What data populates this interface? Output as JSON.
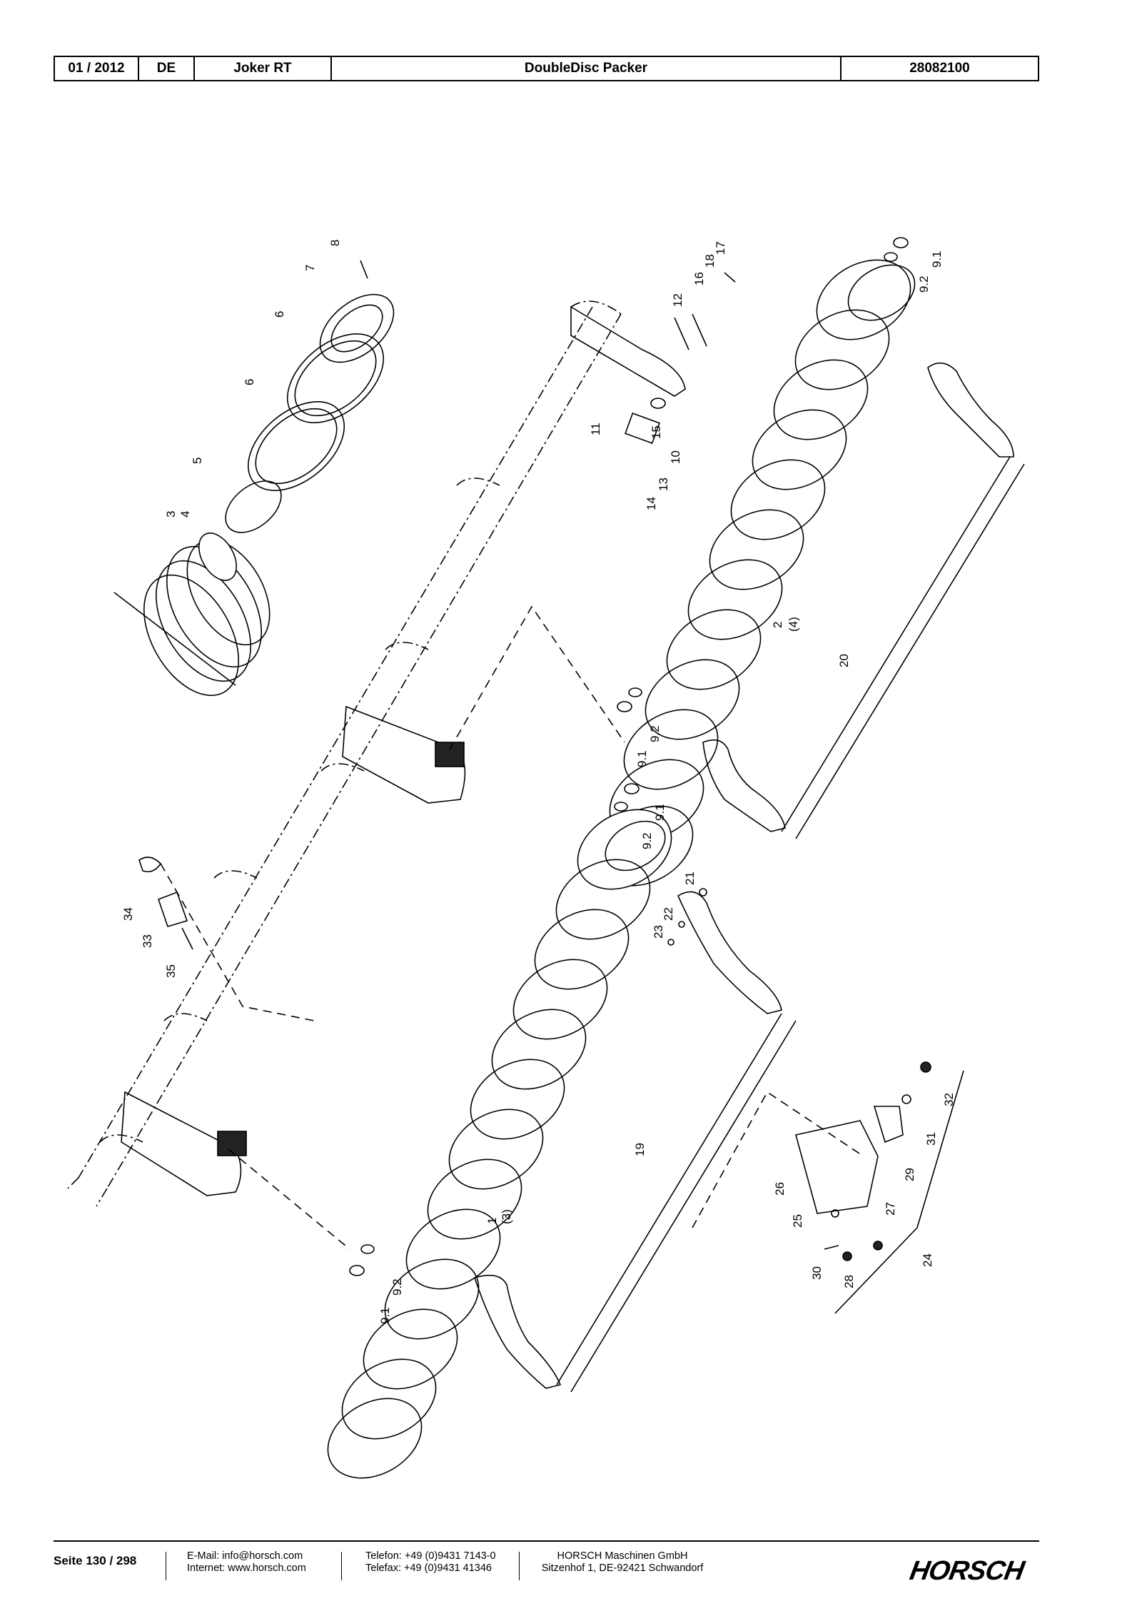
{
  "header": {
    "date": "01 / 2012",
    "language": "DE",
    "machine": "Joker RT",
    "assembly": "DoubleDisc Packer",
    "part_number": "28082100"
  },
  "callouts": [
    "1",
    "(3)",
    "2",
    "(4)",
    "3",
    "4",
    "5",
    "6",
    "6",
    "7",
    "8",
    "9.1",
    "9.2",
    "9.1",
    "9.2",
    "9.1",
    "9.2",
    "9.1",
    "9.2",
    "10",
    "11",
    "12",
    "13",
    "14",
    "15",
    "16",
    "17",
    "18",
    "19",
    "20",
    "21",
    "22",
    "23",
    "24",
    "25",
    "26",
    "27",
    "28",
    "29",
    "30",
    "31",
    "32",
    "33",
    "34",
    "35"
  ],
  "footer": {
    "page": "Seite 130 / 298",
    "email": "E-Mail: info@horsch.com",
    "internet": "Internet: www.horsch.com",
    "phone": "Telefon: +49 (0)9431 7143-0",
    "fax": "Telefax: +49 (0)9431 41346",
    "company": "HORSCH Maschinen GmbH",
    "address": "Sitzenhof 1, DE-92421 Schwandorf",
    "logo": "HORSCH"
  }
}
